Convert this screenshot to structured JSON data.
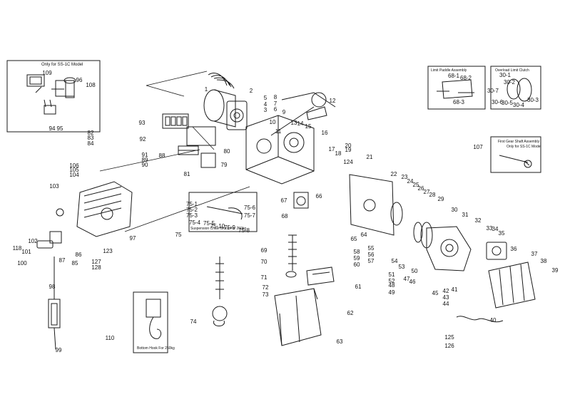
{
  "insets": {
    "ss1c_top": "Only for SS-1C Model",
    "limit_paddle": "Limit Paddle Assembly",
    "overload_clutch": "Overload Limit Clutch",
    "first_gear_1": "First Gear Shaft Assembly",
    "first_gear_2": "Only for SS-1C Model",
    "suspension": "Suspension Chain Block For 250kg",
    "bottom_hook": "Bottom Hook For 250kg"
  },
  "labels": [
    "1",
    "2",
    "3",
    "4",
    "5",
    "6",
    "7",
    "8",
    "9",
    "10",
    "11",
    "12",
    "13",
    "14",
    "15",
    "16",
    "17",
    "18",
    "19",
    "20",
    "21",
    "22",
    "23",
    "24",
    "25",
    "26",
    "27",
    "28",
    "29",
    "30",
    "31",
    "32",
    "33",
    "34",
    "35",
    "36",
    "37",
    "38",
    "39",
    "40",
    "41",
    "42",
    "43",
    "44",
    "45",
    "46",
    "47",
    "48",
    "49",
    "50",
    "51",
    "52",
    "53",
    "54",
    "55",
    "56",
    "57",
    "58",
    "59",
    "60",
    "61",
    "62",
    "63",
    "64",
    "65",
    "66",
    "67",
    "68",
    "69",
    "70",
    "71",
    "72",
    "73",
    "74",
    "75",
    "79",
    "80",
    "81",
    "82",
    "83",
    "84",
    "85",
    "86",
    "87",
    "88",
    "89",
    "90",
    "91",
    "92",
    "93",
    "94",
    "95",
    "96",
    "97",
    "98",
    "99",
    "100",
    "101",
    "102",
    "103",
    "104",
    "105",
    "106",
    "107",
    "108",
    "109",
    "110",
    "118",
    "123",
    "124",
    "125",
    "126",
    "127",
    "128",
    "68-1",
    "68-2",
    "68-3",
    "30-1",
    "30-2",
    "30-3",
    "30-4",
    "30-5",
    "30-6",
    "30-7",
    "75-1",
    "75-2",
    "75-3",
    "75-4",
    "75-5",
    "75-6",
    "75-7",
    "75-8",
    "75-9",
    "75-10"
  ]
}
